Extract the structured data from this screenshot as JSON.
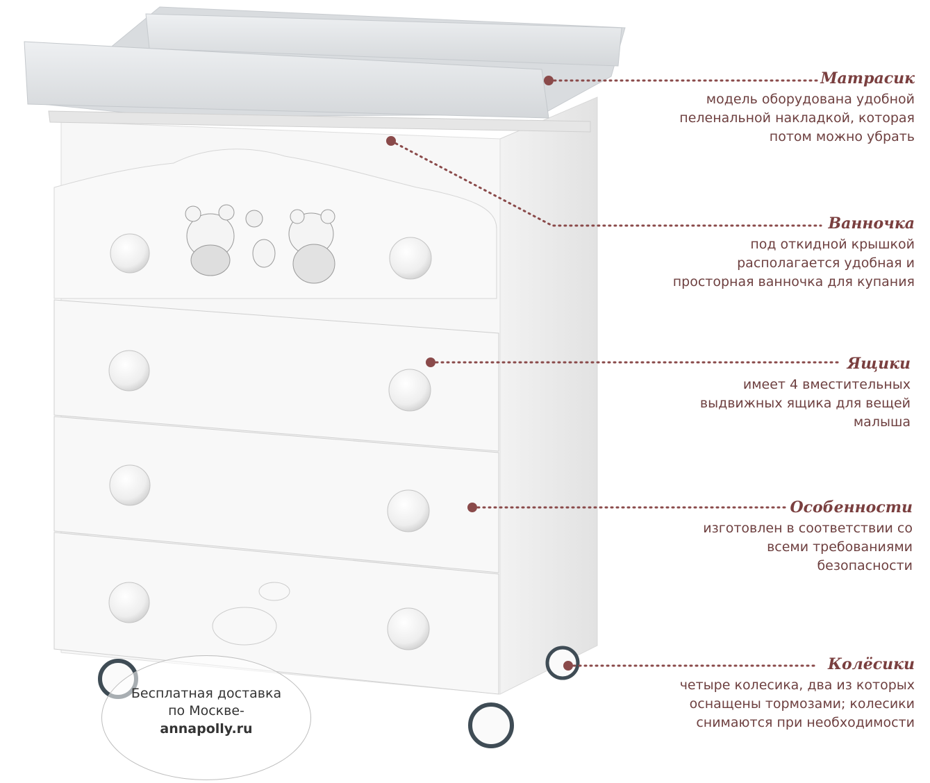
{
  "callouts": [
    {
      "id": "mattress",
      "title": "Матрасик",
      "lines": [
        "модель оборудована удобной",
        "пеленальной накладкой, которая",
        "потом можно убрать"
      ]
    },
    {
      "id": "bath",
      "title": "Ванночка",
      "lines": [
        "под откидной крышкой",
        "располагается удобная и",
        "просторная ванночка для купания"
      ]
    },
    {
      "id": "drawers",
      "title": "Ящики",
      "lines": [
        "имеет 4 вместительных",
        "выдвижных ящика для вещей",
        "малыша"
      ]
    },
    {
      "id": "features",
      "title": "Особенности",
      "lines": [
        "изготовлен в соответствии со",
        "всеми требованиями",
        "безопасности"
      ]
    },
    {
      "id": "wheels",
      "title": "Колёсики",
      "lines": [
        "четыре колесика, два из которых",
        "оснащены тормозами; колесики",
        "снимаются при необходимости"
      ]
    }
  ],
  "delivery": {
    "line1": "Бесплатная доставка",
    "line2": "по Москве-",
    "site": "annapolly.ru"
  },
  "colors": {
    "accent": "#7a3f3f",
    "dot": "#8a4a4a",
    "text": "#6e4040"
  }
}
